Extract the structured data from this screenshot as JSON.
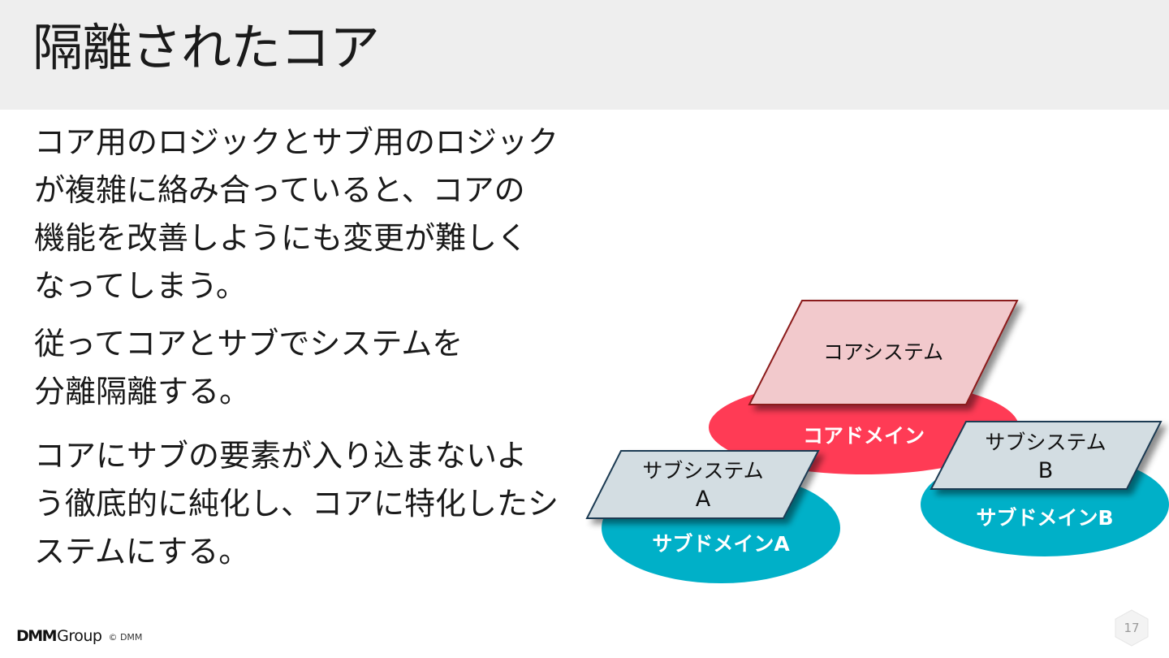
{
  "title": "隔離されたコア",
  "paragraphs": [
    {
      "lines": [
        "コア用のロジックとサブ用のロジック",
        "が複雑に絡み合っていると、コアの",
        "機能を改善しようにも変更が難しく",
        "なってしまう。"
      ]
    },
    {
      "lines": [
        "従ってコアとサブでシステムを",
        "分離隔離する。"
      ]
    },
    {
      "lines": [
        "コアにサブの要素が入り込まないよ",
        "う徹底的に純化し、コアに特化したシ",
        "ステムにする。"
      ]
    }
  ],
  "diagram": {
    "core_domain": {
      "label": "コアドメイン",
      "color": "#ff3b55"
    },
    "core_system": {
      "label": "コアシステム",
      "color": "#f2c9cc",
      "border": "#8b1a1a"
    },
    "sub_domain_a": {
      "label": "サブドメインA",
      "color": "#00b0c8"
    },
    "sub_system_a": {
      "line1": "サブシステム",
      "line2": "A",
      "color": "#d3dde2",
      "border": "#1e3b52"
    },
    "sub_domain_b": {
      "label": "サブドメインB",
      "color": "#00b0c8"
    },
    "sub_system_b": {
      "line1": "サブシステム",
      "line2": "B",
      "color": "#d3dde2",
      "border": "#1e3b52"
    }
  },
  "footer": {
    "logo_dmm": "DMM",
    "logo_group": "Group",
    "copyright": "© DMM"
  },
  "page_number": "17"
}
